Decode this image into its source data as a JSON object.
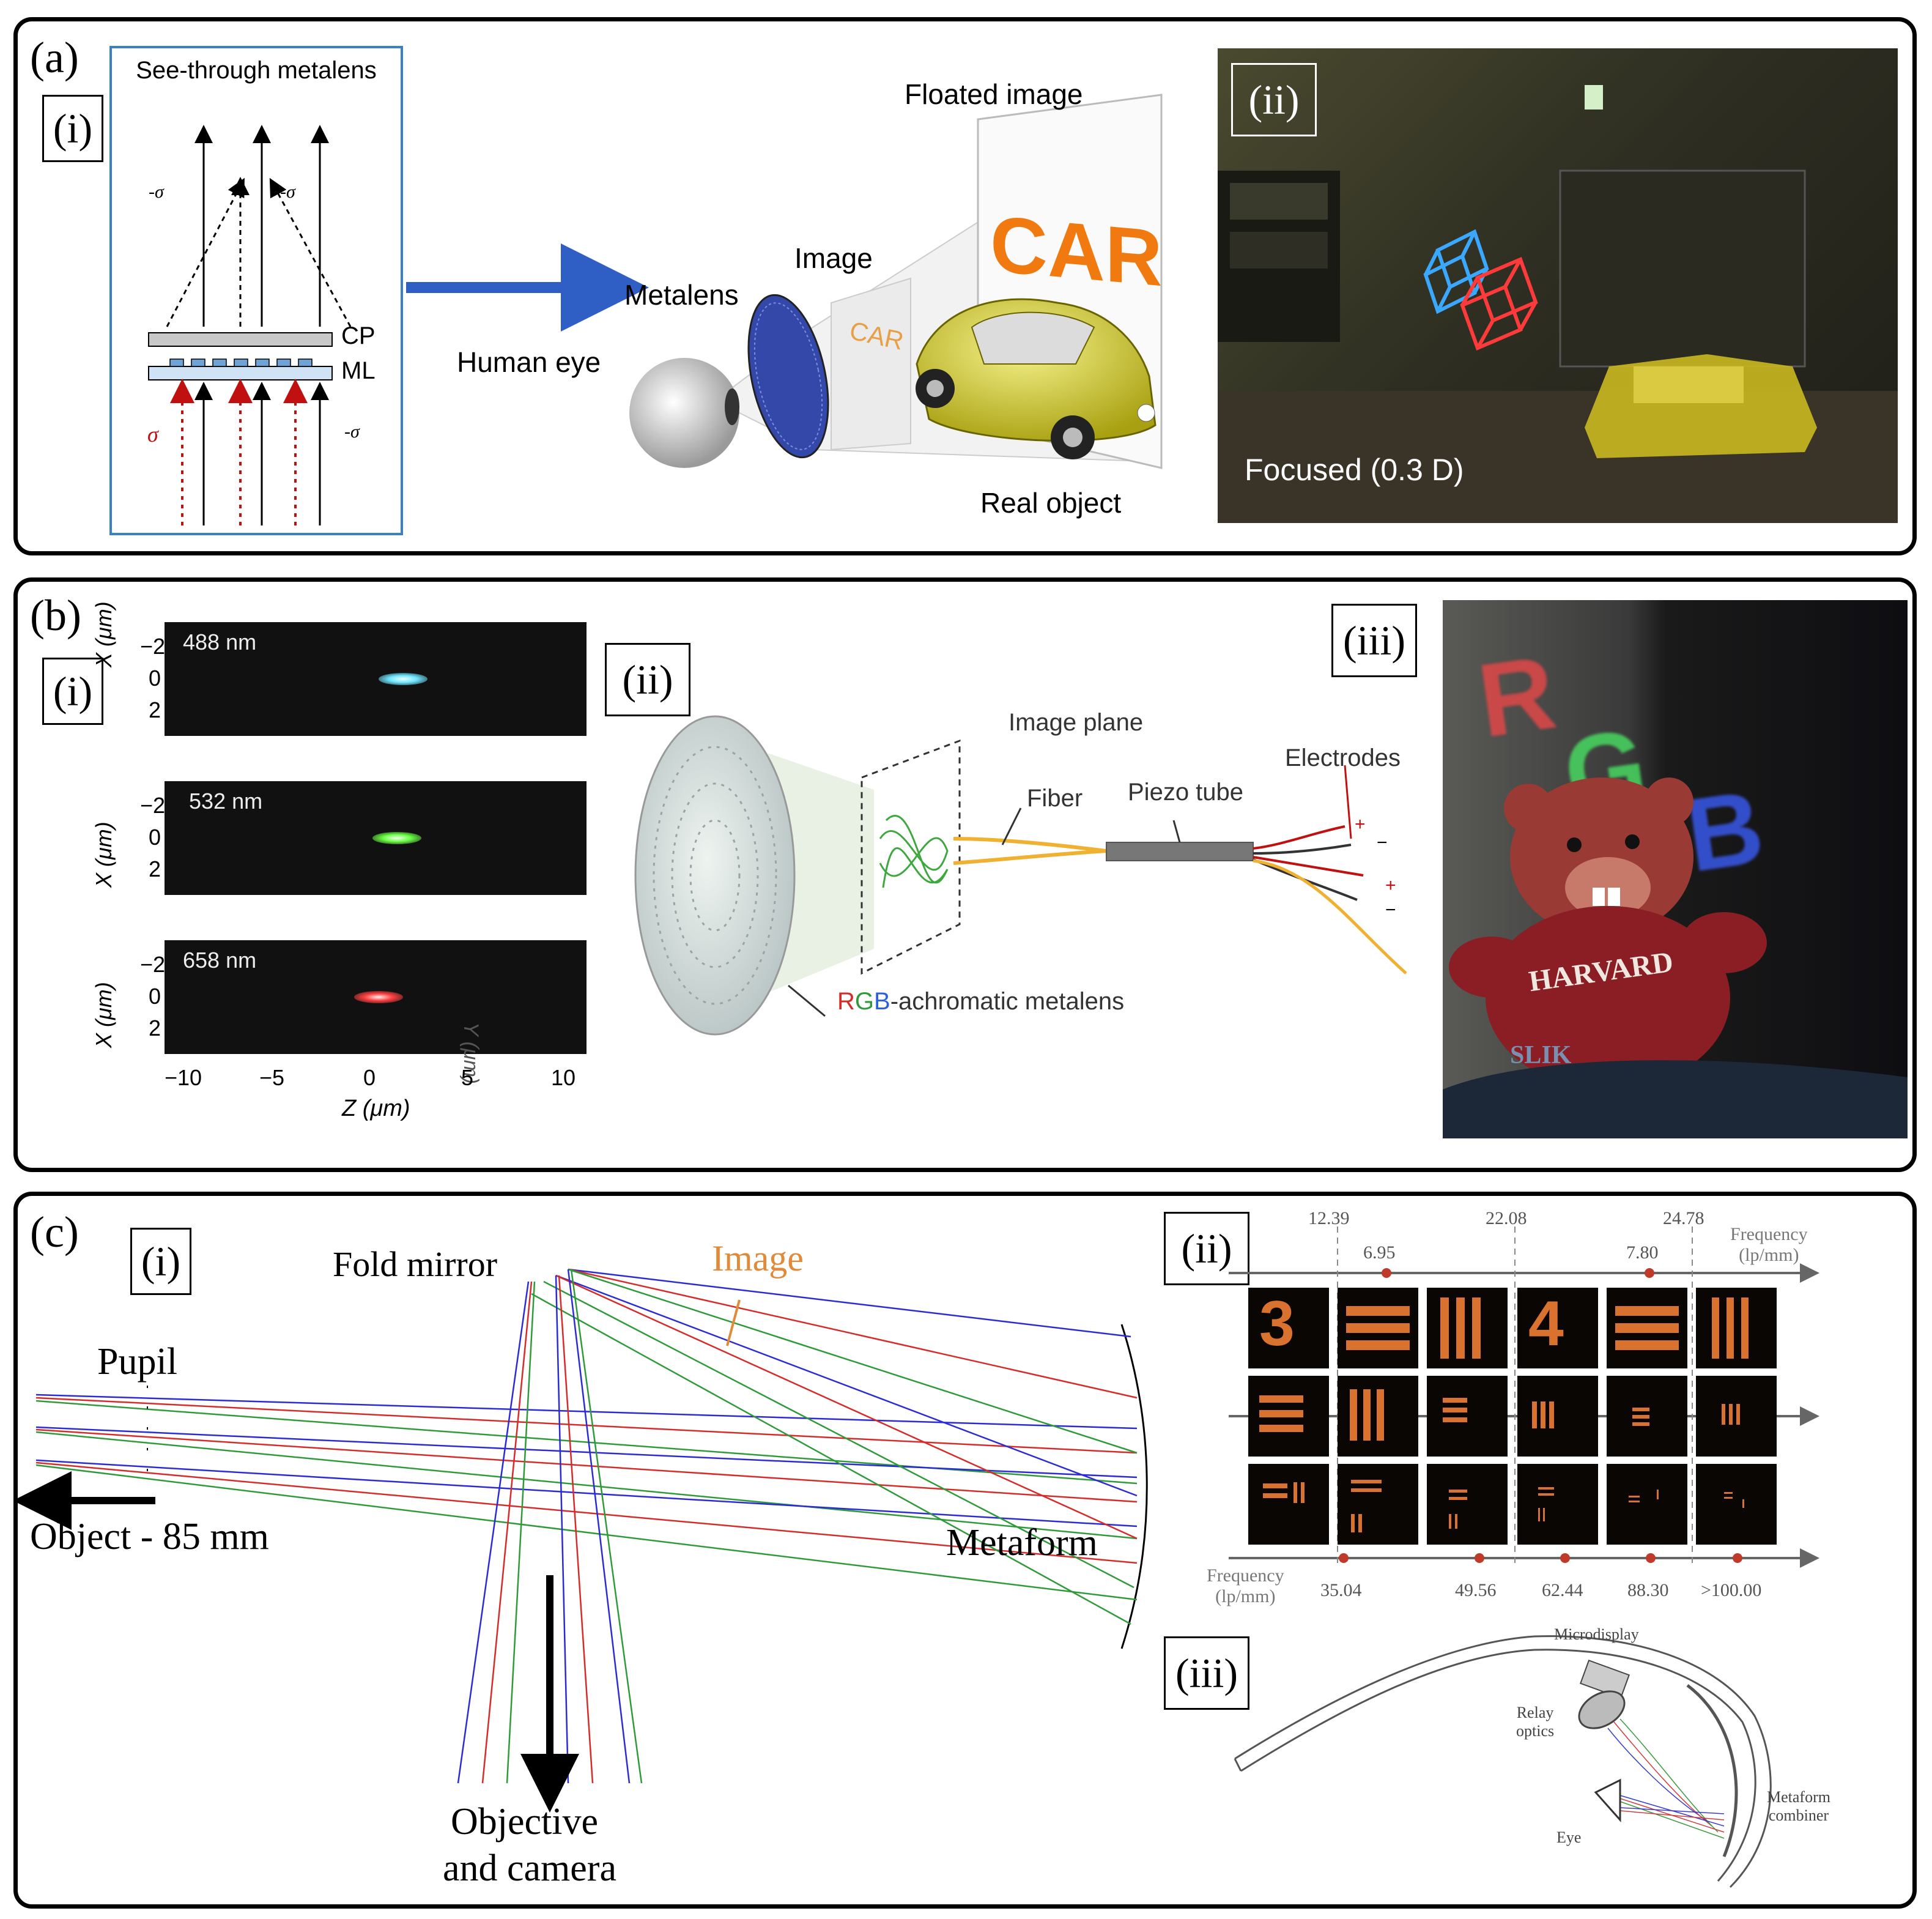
{
  "panel_a": {
    "letter": "(a)",
    "sub_i": "(i)",
    "sub_ii": "(ii)",
    "inset_title": "See-through metalens",
    "sigma_neg_left": "-σ",
    "sigma_neg_mid": "-σ",
    "sigma_pos": "σ",
    "sigma_neg_bottom": "-σ",
    "cp": "CP",
    "ml": "ML",
    "human_eye": "Human eye",
    "metalens": "Metalens",
    "image": "Image",
    "floated_image": "Floated image",
    "real_object": "Real object",
    "car_text": "CAR",
    "car_small": "CAR",
    "photo_caption": "Focused (0.3 D)"
  },
  "panel_b": {
    "letter": "(b)",
    "sub_i": "(i)",
    "sub_ii": "(ii)",
    "sub_iii": "(iii)",
    "psf": [
      {
        "wavelength": "488 nm",
        "color": "#7ff3ff"
      },
      {
        "wavelength": "532 nm",
        "color": "#7dff5a"
      },
      {
        "wavelength": "658 nm",
        "color": "#ff4b4b"
      }
    ],
    "x_axis_ticks": [
      "−10",
      "−5",
      "0",
      "5",
      "10"
    ],
    "y_axis_ticks": [
      "−2",
      "0",
      "2"
    ],
    "x_axis_label": "Z (μm)",
    "y_axis_label": "X (μm)",
    "y_axis_label_right": "Y (μm)",
    "image_plane": "Image plane",
    "fiber": "Fiber",
    "piezo_tube": "Piezo tube",
    "electrodes": "Electrodes",
    "metalens_label_r": "R",
    "metalens_label_g": "G",
    "metalens_label_b": "B",
    "metalens_label_rest": "-achromatic metalens",
    "plus": "+",
    "minus": "−",
    "photo_r": "R",
    "photo_g": "G",
    "photo_b": "B",
    "photo_harvard": "HARVARD",
    "photo_slik": "SLIK"
  },
  "panel_c": {
    "letter": "(c)",
    "sub_i": "(i)",
    "sub_ii": "(ii)",
    "sub_iii": "(iii)",
    "fold_mirror": "Fold mirror",
    "image": "Image",
    "pupil": "Pupil",
    "object": "Object - 85 mm",
    "metaform": "Metaform",
    "objective_line1": "Objective",
    "objective_line2": "and camera",
    "freq_top": [
      "12.39",
      "6.95",
      "22.08",
      "7.80",
      "24.78"
    ],
    "freq_top_label_1": "Frequency",
    "freq_top_label_2": "(lp/mm)",
    "freq_bottom": [
      "35.04",
      "49.56",
      "62.44",
      "88.30",
      ">100.00"
    ],
    "freq_bottom_label_1": "Frequency",
    "freq_bottom_label_2": "(lp/mm)",
    "target_digit_3": "3",
    "target_digit_4": "4",
    "microdisplay": "Microdisplay",
    "relay_1": "Relay",
    "relay_2": "optics",
    "metaform_combiner_1": "Metaform",
    "metaform_combiner_2": "combiner",
    "eye": "Eye"
  },
  "colors": {
    "ray_blue": "#2b2bd6",
    "ray_red": "#d62b2b",
    "ray_green": "#2f9a3a",
    "arrow_blue": "#2f5fc4",
    "inset_border": "#3b7fc4",
    "sigma_red": "#c01010",
    "image_orange": "#e08a3a",
    "car_orange": "#f07a10"
  }
}
